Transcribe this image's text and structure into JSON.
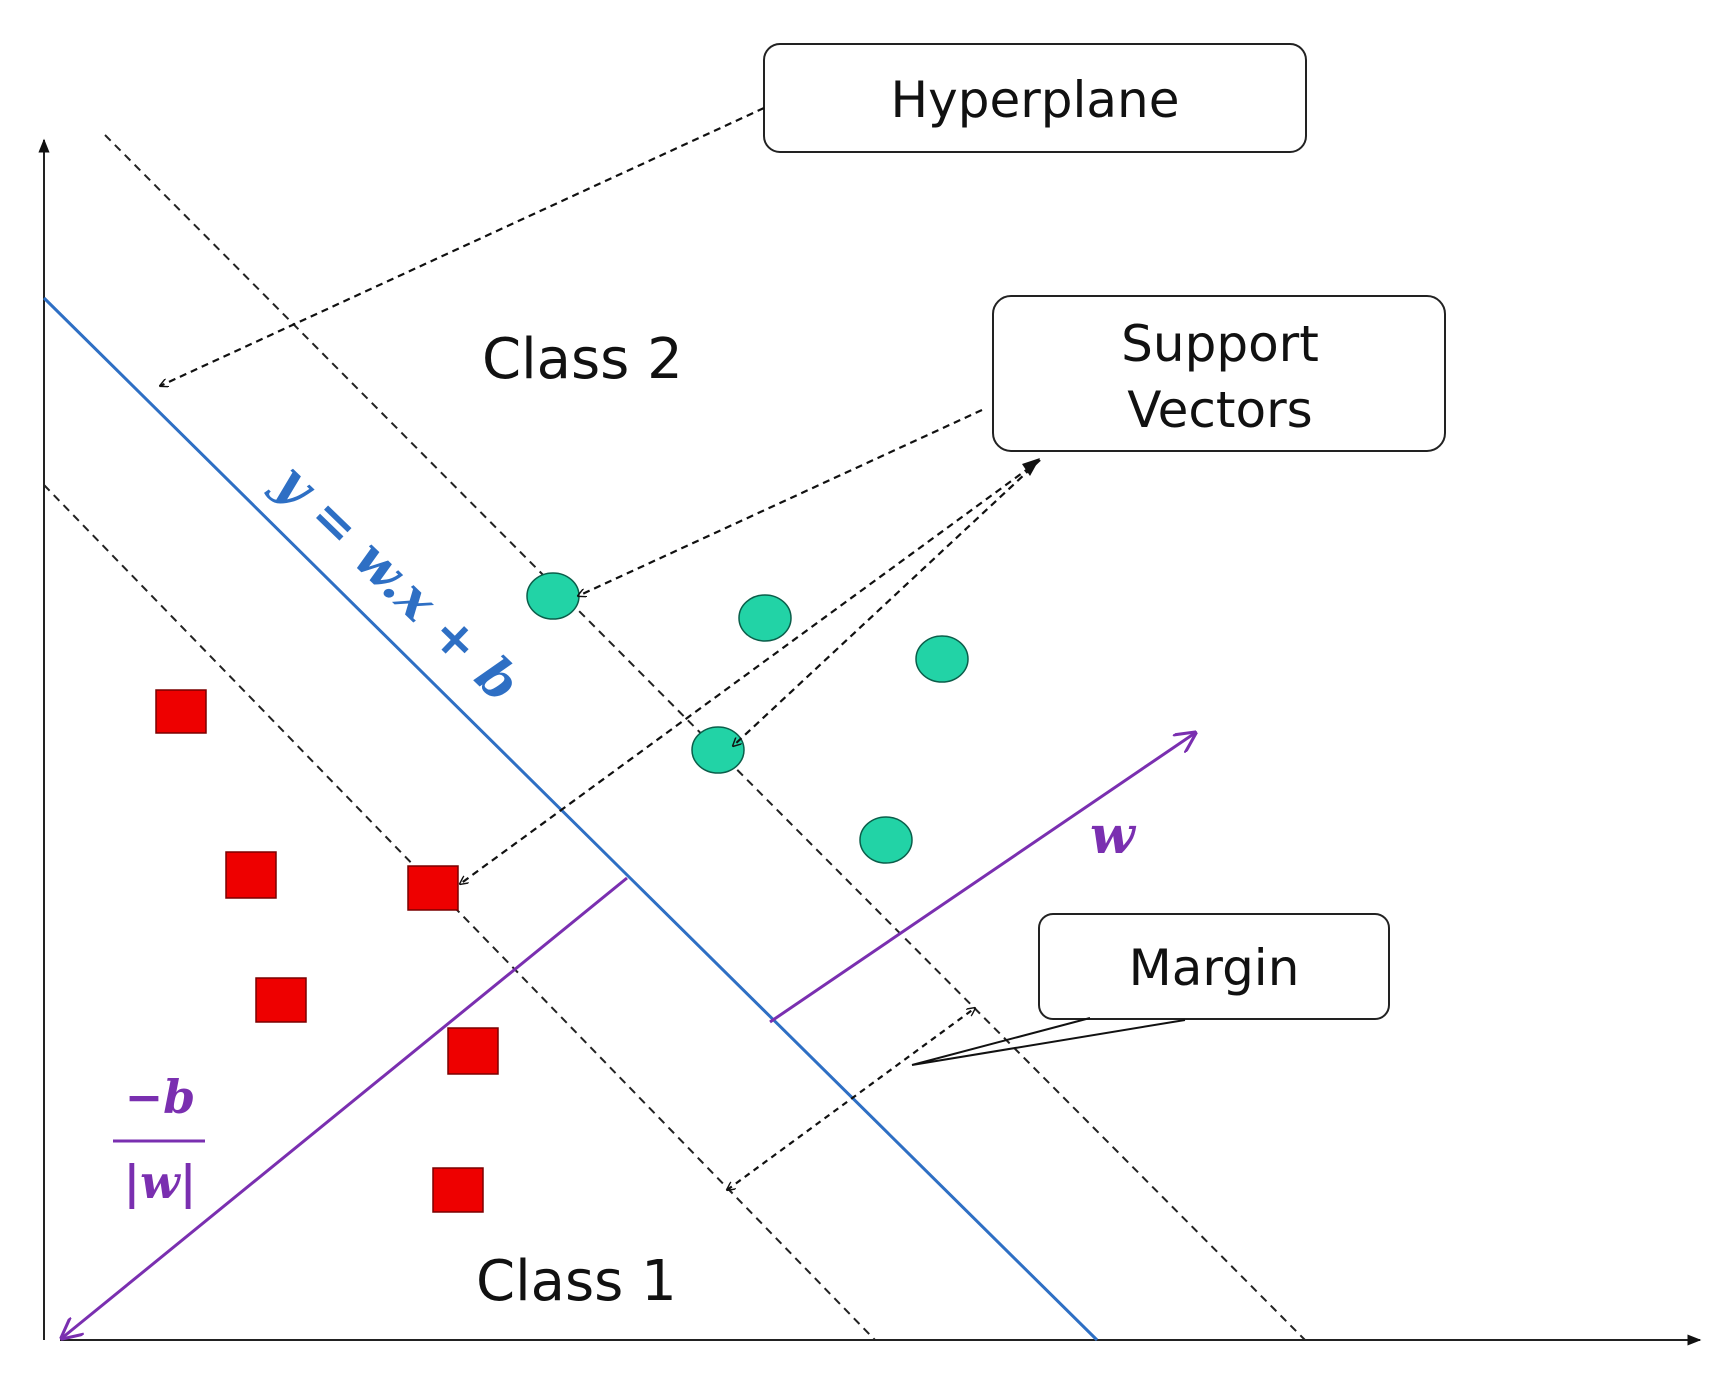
{
  "callouts": {
    "hyperplane": "Hyperplane",
    "support_vectors_line1": "Support",
    "support_vectors_line2": "Vectors",
    "margin": "Margin"
  },
  "classes": {
    "class2": "Class 2",
    "class1": "Class 1"
  },
  "equations": {
    "hyperplane": "y = w.x + b",
    "normal": "w",
    "offset_numerator": "−b",
    "offset_denominator": "|w|"
  },
  "colors": {
    "hyperplane_line": "#2e6fc4",
    "normal_vector": "#7a2fb0",
    "class1_marker": "#ee0000",
    "class2_marker": "#22d3a6",
    "margin_lines": "#222222"
  }
}
